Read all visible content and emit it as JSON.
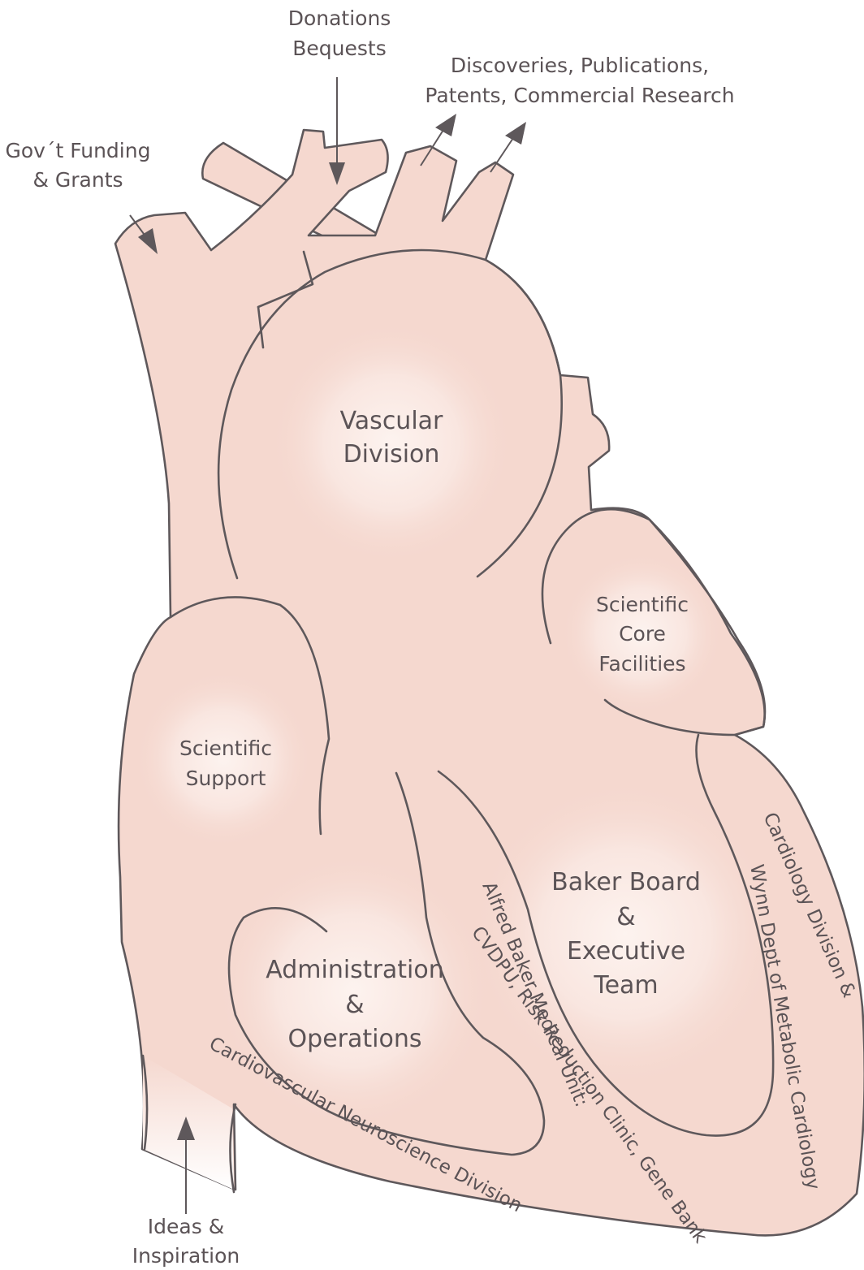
{
  "colors": {
    "tissue": "#f5d8cf",
    "highlight": "#fdf3ef",
    "outline": "#5e585b",
    "text": "#5b5356"
  },
  "inputs": {
    "donations": [
      "Donations",
      "Bequests"
    ],
    "govt": [
      "Gov´t Funding",
      "& Grants"
    ],
    "ideas": [
      "Ideas &",
      "Inspiration"
    ]
  },
  "outputs": {
    "discoveries": [
      "Discoveries, Publications,",
      "Patents, Commercial Research"
    ]
  },
  "regions": {
    "vascular": [
      "Vascular",
      "Division"
    ],
    "core": [
      "Scientific",
      "Core",
      "Facilities"
    ],
    "support": [
      "Scientific",
      "Support"
    ],
    "board": [
      "Baker Board",
      "&",
      "Executive",
      "Team"
    ],
    "admin": [
      "Administration",
      "&",
      "Operations"
    ],
    "neuro": "Cardiovascular Neuroscience Division",
    "alfred": [
      "Alfred Baker Medical Unit:",
      "CVDPU, Risk Reduction Clinic, Gene Bank"
    ],
    "cardiology": [
      "Cardiology Division &",
      "Wynn Dept of Metabolic Cardiology"
    ]
  }
}
